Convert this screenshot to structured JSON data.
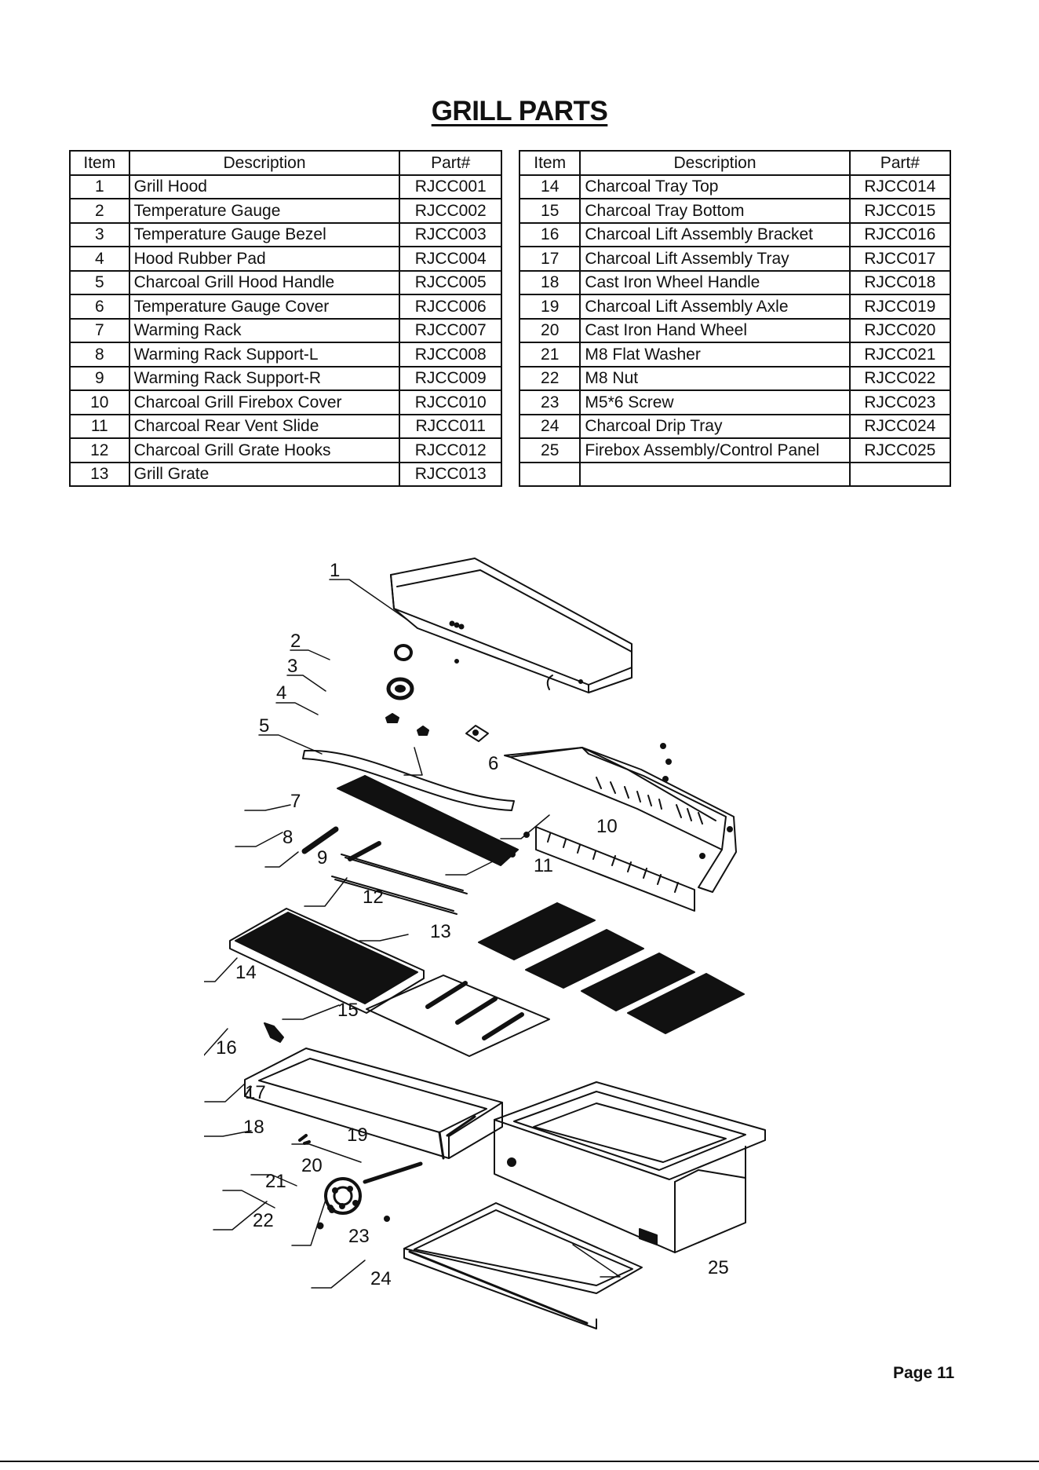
{
  "title": "GRILL PARTS",
  "table_headers": {
    "item": "Item",
    "description": "Description",
    "part": "Part#"
  },
  "parts_left": [
    {
      "item": "1",
      "description": "Grill Hood",
      "part": "RJCC001"
    },
    {
      "item": "2",
      "description": "Temperature Gauge",
      "part": "RJCC002"
    },
    {
      "item": "3",
      "description": "Temperature Gauge Bezel",
      "part": "RJCC003"
    },
    {
      "item": "4",
      "description": "Hood Rubber Pad",
      "part": "RJCC004"
    },
    {
      "item": "5",
      "description": "Charcoal Grill Hood Handle",
      "part": "RJCC005"
    },
    {
      "item": "6",
      "description": "Temperature Gauge Cover",
      "part": "RJCC006"
    },
    {
      "item": "7",
      "description": "Warming Rack",
      "part": "RJCC007"
    },
    {
      "item": "8",
      "description": "Warming Rack Support-L",
      "part": "RJCC008"
    },
    {
      "item": "9",
      "description": "Warming Rack Support-R",
      "part": "RJCC009"
    },
    {
      "item": "10",
      "description": "Charcoal Grill Firebox Cover",
      "part": "RJCC010"
    },
    {
      "item": "11",
      "description": "Charcoal Rear Vent Slide",
      "part": "RJCC011"
    },
    {
      "item": "12",
      "description": "Charcoal Grill Grate Hooks",
      "part": "RJCC012"
    },
    {
      "item": "13",
      "description": "Grill Grate",
      "part": "RJCC013"
    }
  ],
  "parts_right": [
    {
      "item": "14",
      "description": "Charcoal Tray Top",
      "part": "RJCC014"
    },
    {
      "item": "15",
      "description": "Charcoal Tray Bottom",
      "part": "RJCC015"
    },
    {
      "item": "16",
      "description": "Charcoal Lift Assembly Bracket",
      "part": "RJCC016"
    },
    {
      "item": "17",
      "description": "Charcoal Lift Assembly Tray",
      "part": "RJCC017"
    },
    {
      "item": "18",
      "description": "Cast Iron Wheel Handle",
      "part": "RJCC018"
    },
    {
      "item": "19",
      "description": "Charcoal Lift Assembly Axle",
      "part": "RJCC019"
    },
    {
      "item": "20",
      "description": "Cast Iron Hand Wheel",
      "part": "RJCC020"
    },
    {
      "item": "21",
      "description": "M8 Flat Washer",
      "part": "RJCC021"
    },
    {
      "item": "22",
      "description": "M8 Nut",
      "part": "RJCC022"
    },
    {
      "item": "23",
      "description": "M5*6 Screw",
      "part": "RJCC023"
    },
    {
      "item": "24",
      "description": "Charcoal Drip Tray",
      "part": "RJCC024"
    },
    {
      "item": "25",
      "description": "Firebox Assembly/Control Panel",
      "part": "RJCC025"
    },
    {
      "item": "",
      "description": "",
      "part": ""
    }
  ],
  "callouts": [
    "1",
    "2",
    "3",
    "4",
    "5",
    "6",
    "7",
    "8",
    "9",
    "10",
    "11",
    "12",
    "13",
    "14",
    "15",
    "16",
    "17",
    "18",
    "19",
    "20",
    "21",
    "22",
    "23",
    "24",
    "25"
  ],
  "page_label": "Page 11"
}
